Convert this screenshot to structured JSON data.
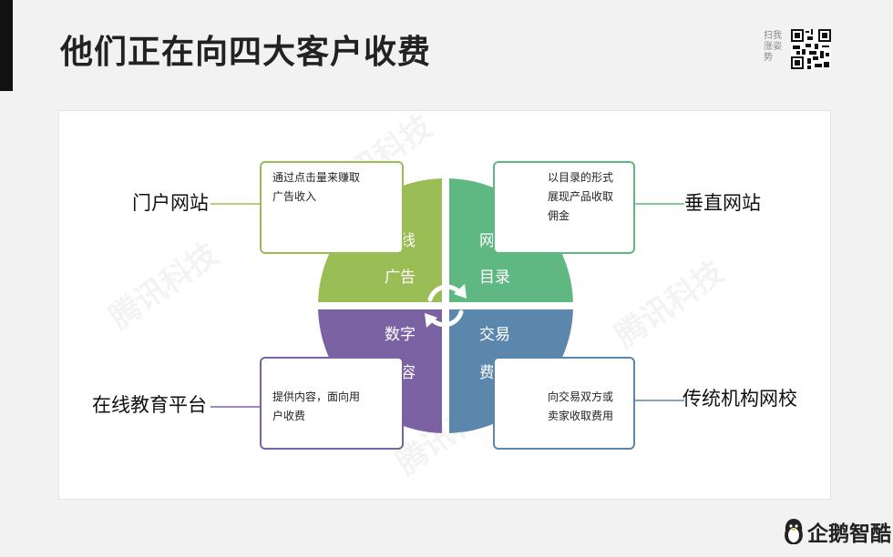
{
  "title": "他们正在向四大客户收费",
  "qr_label": "扫我涨姿势",
  "watermark": "腾讯科技",
  "brand": "企鹅智酷",
  "colors": {
    "green": "#9bbd55",
    "teal": "#5fb882",
    "purple": "#7b63a3",
    "blue": "#5c87ad"
  },
  "quadrants": [
    {
      "line1": "在线",
      "line2": "广告"
    },
    {
      "line1": "网络",
      "line2": "目录"
    },
    {
      "line1": "数字",
      "line2": "内容"
    },
    {
      "line1": "交易",
      "line2": "费用"
    }
  ],
  "categories": [
    {
      "label": "门户网站",
      "desc": "通过点击量来赚取广告收入"
    },
    {
      "label": "垂直网站",
      "desc": "以目录的形式展现产品收取佣金"
    },
    {
      "label": "在线教育平台",
      "desc": "提供内容，面向用户收费"
    },
    {
      "label": "传统机构网校",
      "desc": "向交易双方或卖家收取费用"
    }
  ]
}
